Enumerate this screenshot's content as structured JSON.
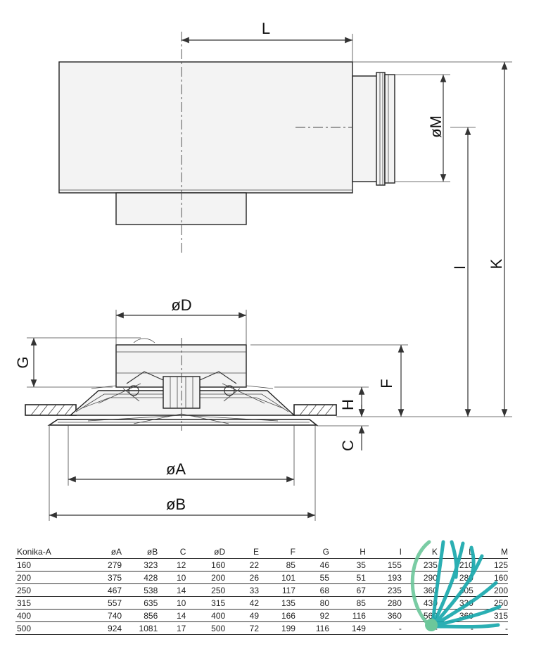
{
  "drawing": {
    "dimension_labels": {
      "L": "L",
      "M": "øM",
      "I": "I",
      "K": "K",
      "D": "øD",
      "G": "G",
      "F": "F",
      "H": "H",
      "C": "C",
      "A": "øA",
      "B": "øB"
    }
  },
  "table": {
    "headers": [
      "Konika-A",
      "øA",
      "øB",
      "C",
      "øD",
      "E",
      "F",
      "G",
      "H",
      "I",
      "K",
      "L",
      "M"
    ],
    "rows": [
      [
        "160",
        "279",
        "323",
        "12",
        "160",
        "22",
        "85",
        "46",
        "35",
        "155",
        "235",
        "210",
        "125"
      ],
      [
        "200",
        "375",
        "428",
        "10",
        "200",
        "26",
        "101",
        "55",
        "51",
        "193",
        "290",
        "280",
        "160"
      ],
      [
        "250",
        "467",
        "538",
        "14",
        "250",
        "33",
        "117",
        "68",
        "67",
        "235",
        "360",
        "305",
        "200"
      ],
      [
        "315",
        "557",
        "635",
        "10",
        "315",
        "42",
        "135",
        "80",
        "85",
        "280",
        "430",
        "330",
        "250"
      ],
      [
        "400",
        "740",
        "856",
        "14",
        "400",
        "49",
        "166",
        "92",
        "116",
        "360",
        "560",
        "360",
        "315"
      ],
      [
        "500",
        "924",
        "1081",
        "17",
        "500",
        "72",
        "199",
        "116",
        "149",
        "-",
        "-",
        "-",
        "-"
      ]
    ]
  },
  "colors": {
    "logo_green": "#6cc79a",
    "logo_teal": "#1aa9ad"
  }
}
